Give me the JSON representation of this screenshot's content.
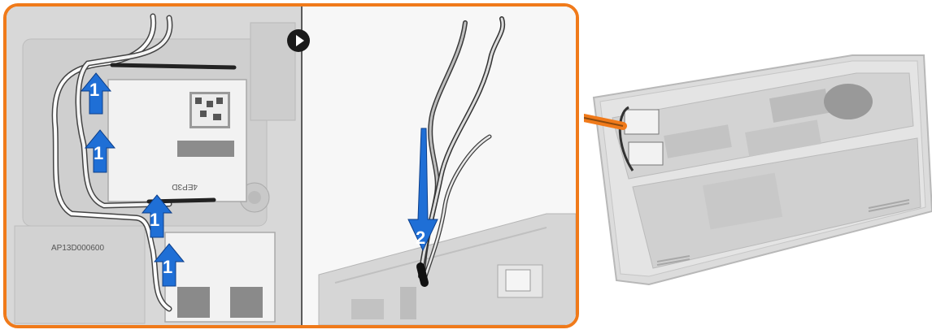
{
  "panel_left": {
    "card_top_model": "4EP3D",
    "card_bottom_label": "AP13D000600",
    "callouts": [
      "1",
      "1",
      "1",
      "1"
    ]
  },
  "panel_right": {
    "callout": "2"
  },
  "colors": {
    "frame_orange": "#f07a1a",
    "arrow_blue": "#1f6fd6",
    "divider": "#5a5a5a"
  },
  "icons": {
    "play": "play-icon"
  }
}
